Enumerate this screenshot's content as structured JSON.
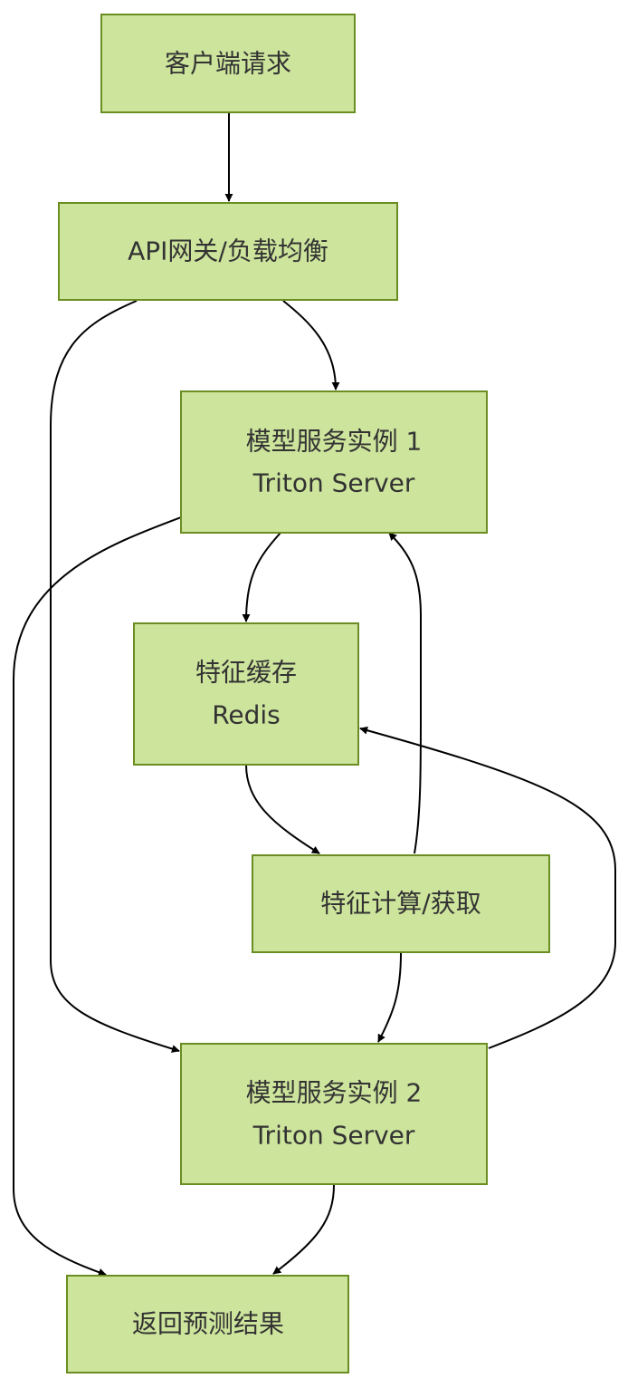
{
  "nodes": {
    "client": {
      "line1": "客户端请求",
      "line2": ""
    },
    "gateway": {
      "line1": "API网关/负载均衡",
      "line2": ""
    },
    "model1": {
      "line1": "模型服务实例 1",
      "line2": "Triton Server"
    },
    "cache": {
      "line1": "特征缓存",
      "line2": "Redis"
    },
    "feature": {
      "line1": "特征计算/获取",
      "line2": ""
    },
    "model2": {
      "line1": "模型服务实例 2",
      "line2": "Triton Server"
    },
    "result": {
      "line1": "返回预测结果",
      "line2": ""
    }
  },
  "edges": [
    {
      "from": "client",
      "to": "gateway"
    },
    {
      "from": "gateway",
      "to": "model1"
    },
    {
      "from": "gateway",
      "to": "model2"
    },
    {
      "from": "model1",
      "to": "cache"
    },
    {
      "from": "model1",
      "to": "result"
    },
    {
      "from": "cache",
      "to": "feature"
    },
    {
      "from": "feature",
      "to": "model1"
    },
    {
      "from": "feature",
      "to": "model2"
    },
    {
      "from": "model2",
      "to": "cache"
    },
    {
      "from": "model2",
      "to": "result"
    }
  ],
  "colors": {
    "node_fill": "#cde49c",
    "node_stroke": "#6b8e23",
    "text": "#333333",
    "edge": "#000000"
  }
}
